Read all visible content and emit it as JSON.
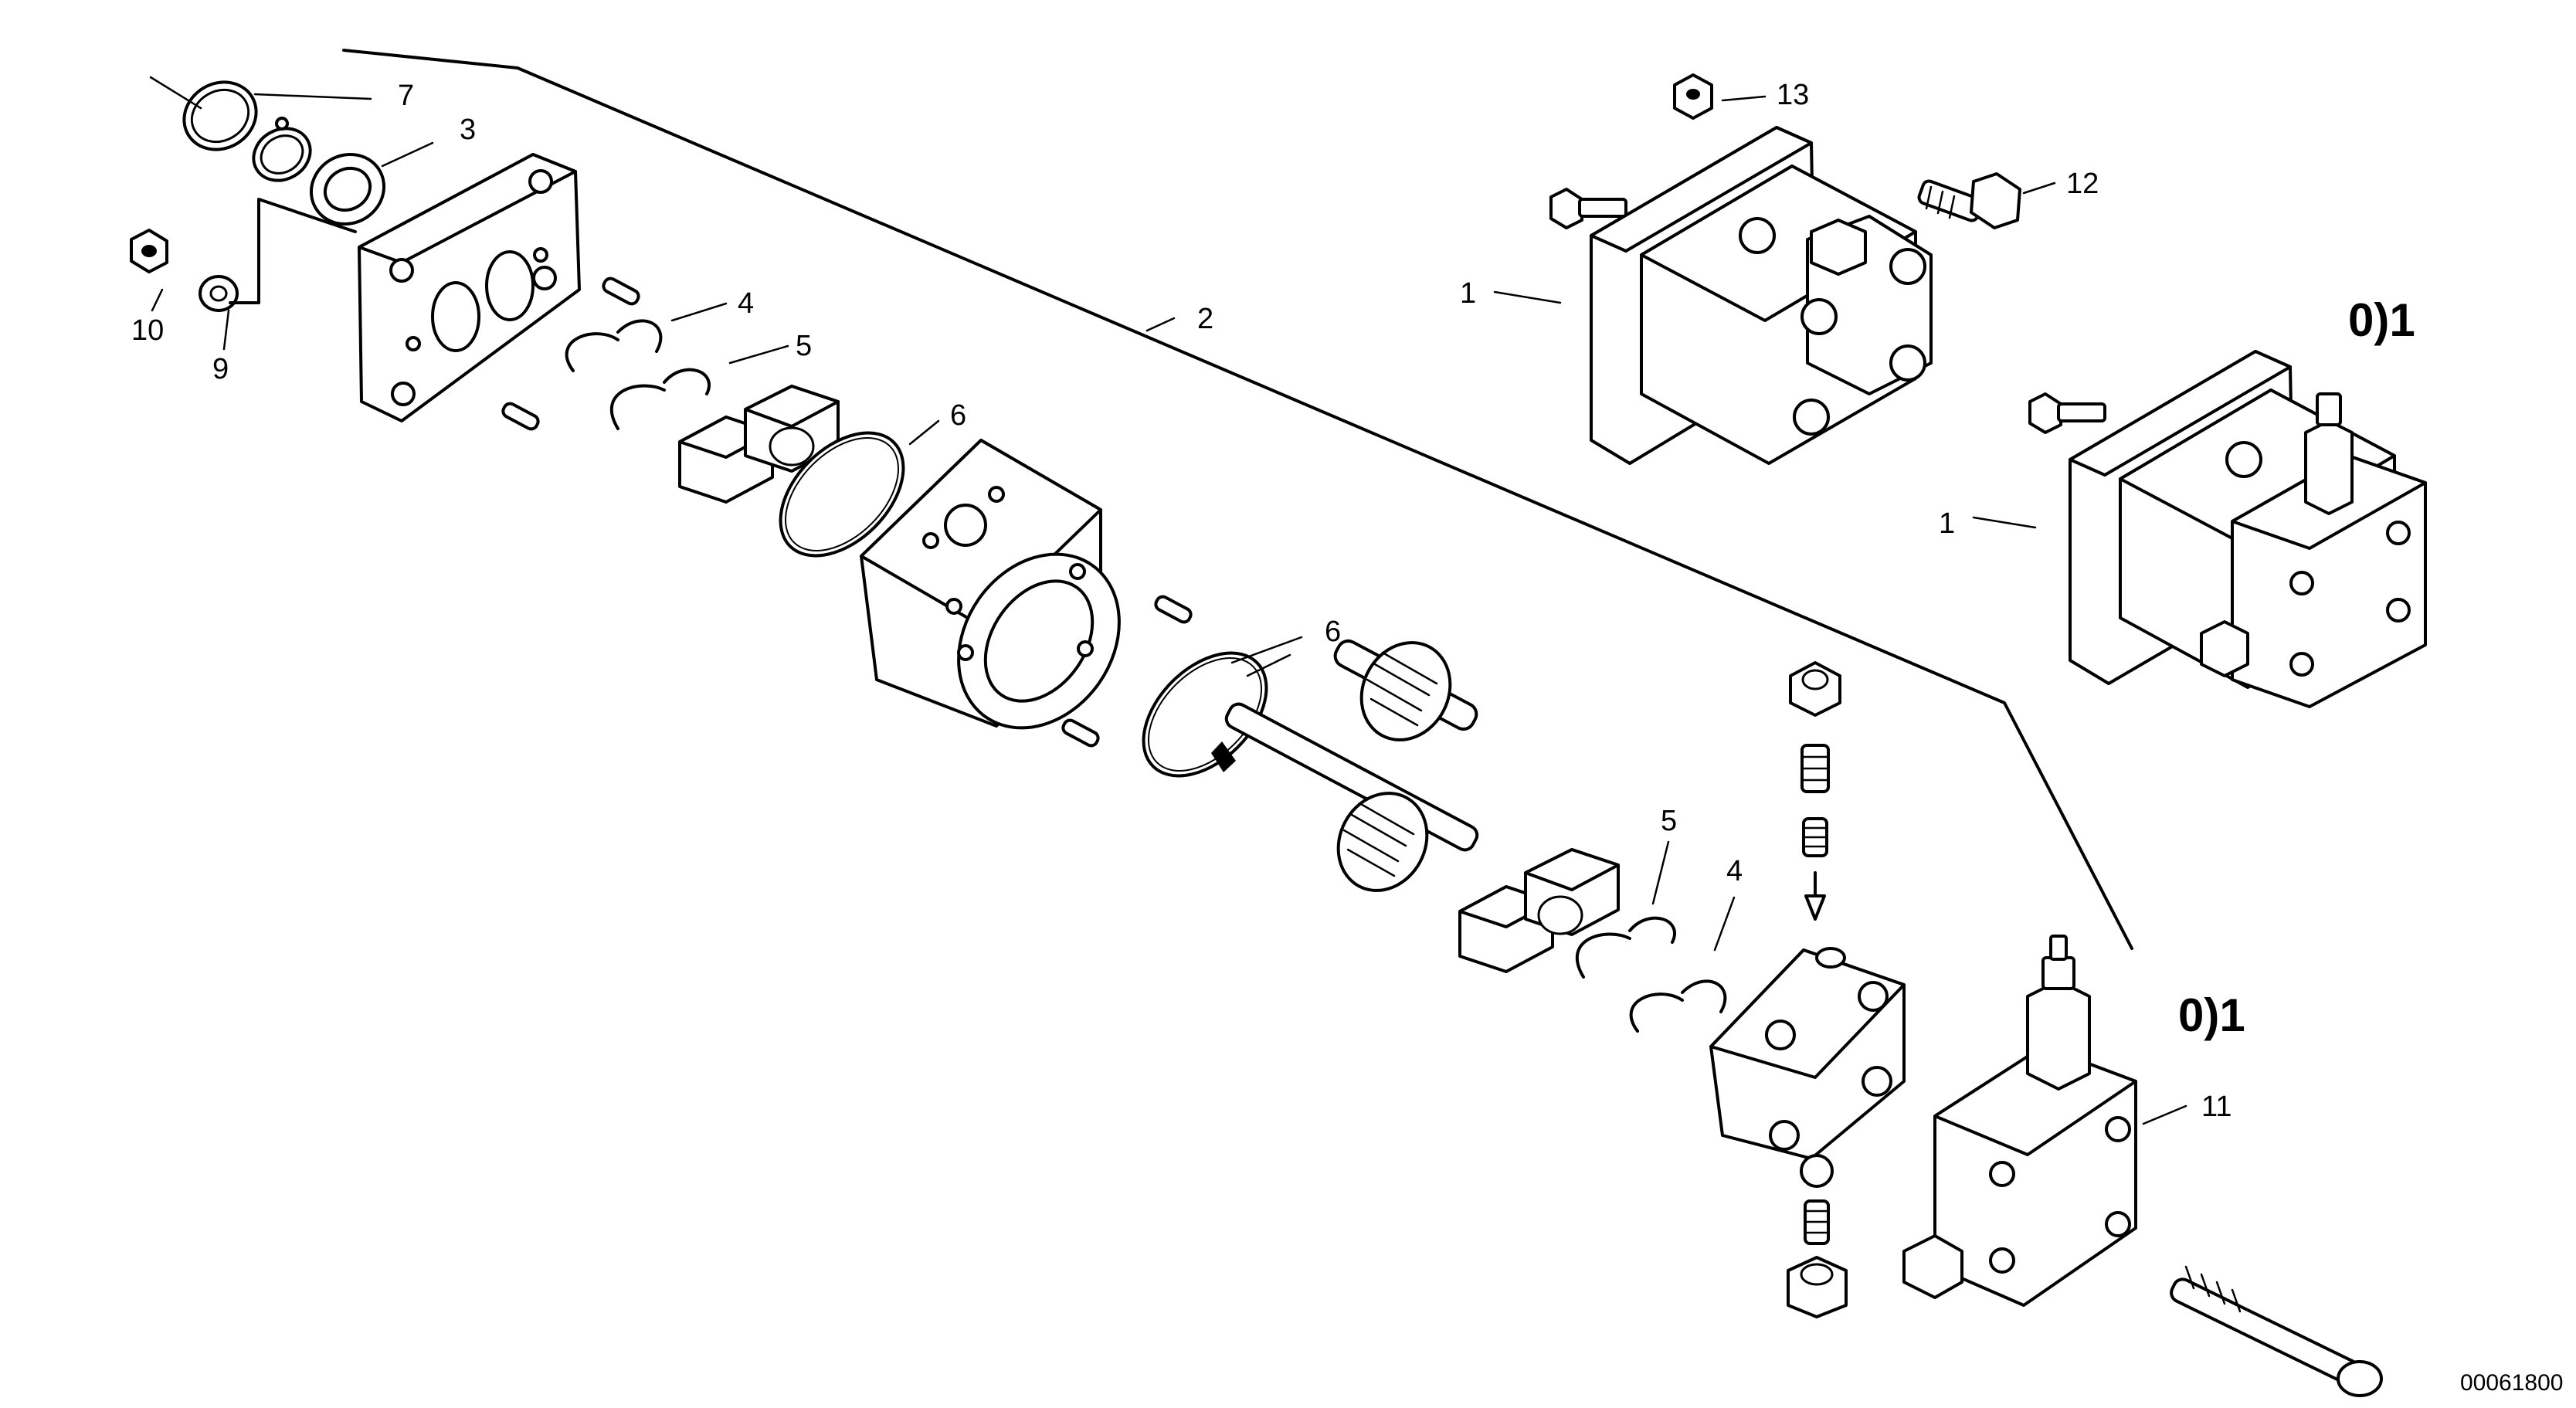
{
  "callouts": {
    "c1a": "1",
    "c1b": "1",
    "c2": "2",
    "c3": "3",
    "c4a": "4",
    "c4b": "4",
    "c5a": "5",
    "c5b": "5",
    "c6a": "6",
    "c6b": "6",
    "c7": "7",
    "c9": "9",
    "c10": "10",
    "c11": "11",
    "c12": "12",
    "c13": "13"
  },
  "variant_marks": {
    "upper": "0)1",
    "lower": "0)1"
  },
  "document_id": "00061800"
}
